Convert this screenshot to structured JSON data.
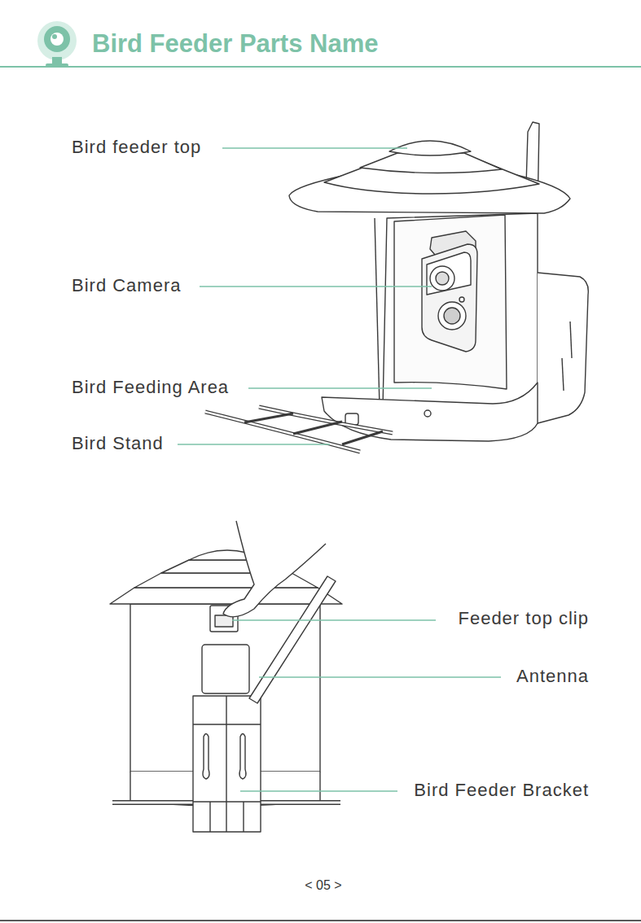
{
  "diagram": {
    "title": "Bird Feeder Parts Name",
    "labels": [
      "Bird feeder top",
      "Bird Camera",
      "Bird Feeding Area",
      "Bird Stand",
      "Feeder top clip",
      "Antenna",
      "Bird Feeder Bracket",
      "< 05 >"
    ]
  }
}
